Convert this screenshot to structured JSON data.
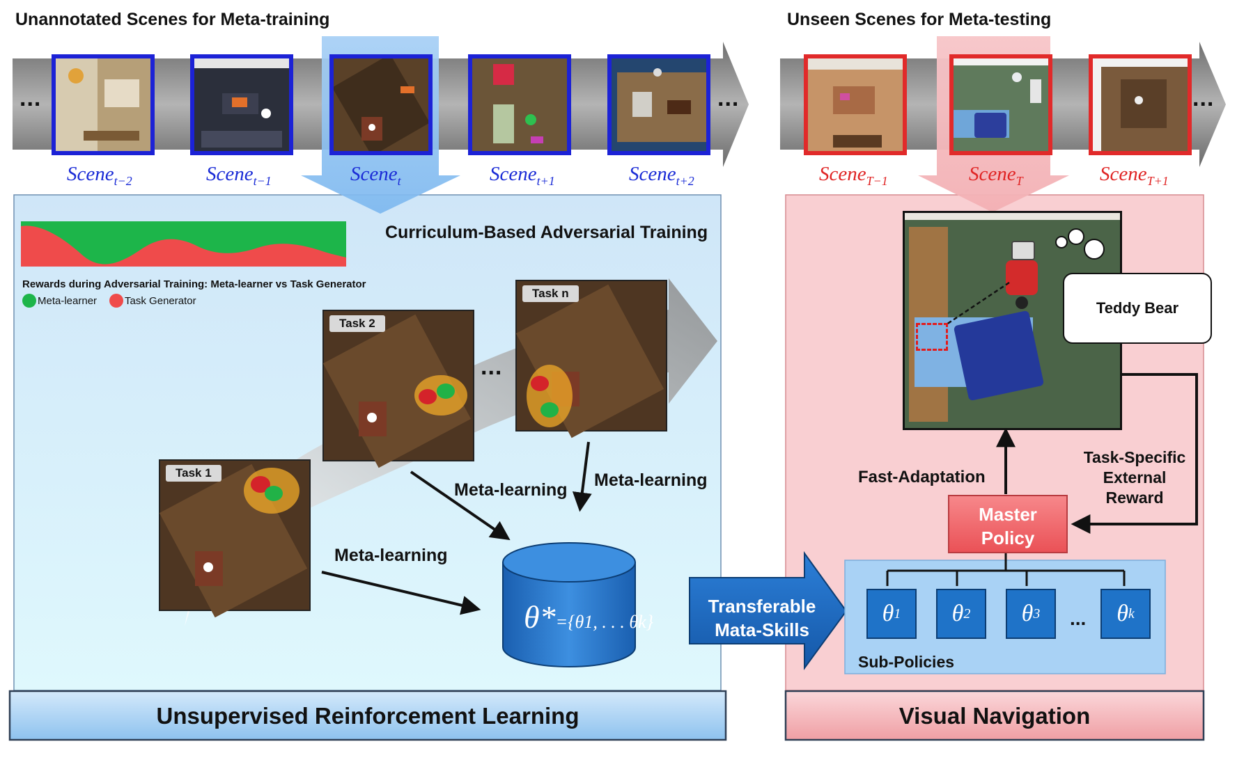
{
  "meta_training": {
    "title": "Unannotated Scenes for Meta-training",
    "scene_labels": [
      {
        "base": "Scene",
        "sub": "t−2"
      },
      {
        "base": "Scene",
        "sub": "t−1"
      },
      {
        "base": "Scene",
        "sub": "t"
      },
      {
        "base": "Scene",
        "sub": "t+1"
      },
      {
        "base": "Scene",
        "sub": "t+2"
      }
    ],
    "ellipsis": "..."
  },
  "meta_testing": {
    "title": "Unseen Scenes for Meta-testing",
    "scene_labels": [
      {
        "base": "Scene",
        "sub": "T−1"
      },
      {
        "base": "Scene",
        "sub": "T"
      },
      {
        "base": "Scene",
        "sub": "T+1"
      }
    ],
    "ellipsis": "..."
  },
  "left_panel": {
    "curriculum_title": "Curriculum-Based Adversarial Training",
    "rewards_caption": "Rewards during Adversarial Training: Meta-learner vs Task Generator",
    "legend": [
      {
        "label": "Meta-learner",
        "color": "#1db54a"
      },
      {
        "label": "Task Generator",
        "color": "#ef4b4b"
      }
    ],
    "tasks": [
      "Task 1",
      "Task 2",
      "Task n"
    ],
    "task_ellipsis": "...",
    "meta_learning_label": "Meta-learning",
    "theta_star": "θ*",
    "theta_set": "={θ1, . . . θk}",
    "footer": "Unsupervised Reinforcement Learning"
  },
  "transfer": {
    "line1": "Transferable",
    "line2": "Mata-Skills"
  },
  "right_panel": {
    "target_object": "Teddy Bear",
    "fast_adaptation": "Fast-Adaptation",
    "reward_label_1": "Task-Specific",
    "reward_label_2": "External",
    "reward_label_3": "Reward",
    "master_policy_1": "Master",
    "master_policy_2": "Policy",
    "sub_policies_label": "Sub-Policies",
    "sub_policies": [
      {
        "base": "θ",
        "sub": "1"
      },
      {
        "base": "θ",
        "sub": "2"
      },
      {
        "base": "θ",
        "sub": "3"
      },
      {
        "base": "θ",
        "sub": "k"
      }
    ],
    "sub_ellipsis": "...",
    "footer": "Visual Navigation"
  },
  "colors": {
    "train_border": "#1c22d6",
    "test_border": "#e12a2a",
    "scene_label_train": "#1a2bd6",
    "scene_label_test": "#e02424",
    "left_panel_bg": "#d6ecfb",
    "right_panel_bg": "#f9cfd2",
    "master_policy": "#f0686c",
    "sub_policy_bg": "#a9d2f5",
    "theta_box": "#1f73c8"
  }
}
